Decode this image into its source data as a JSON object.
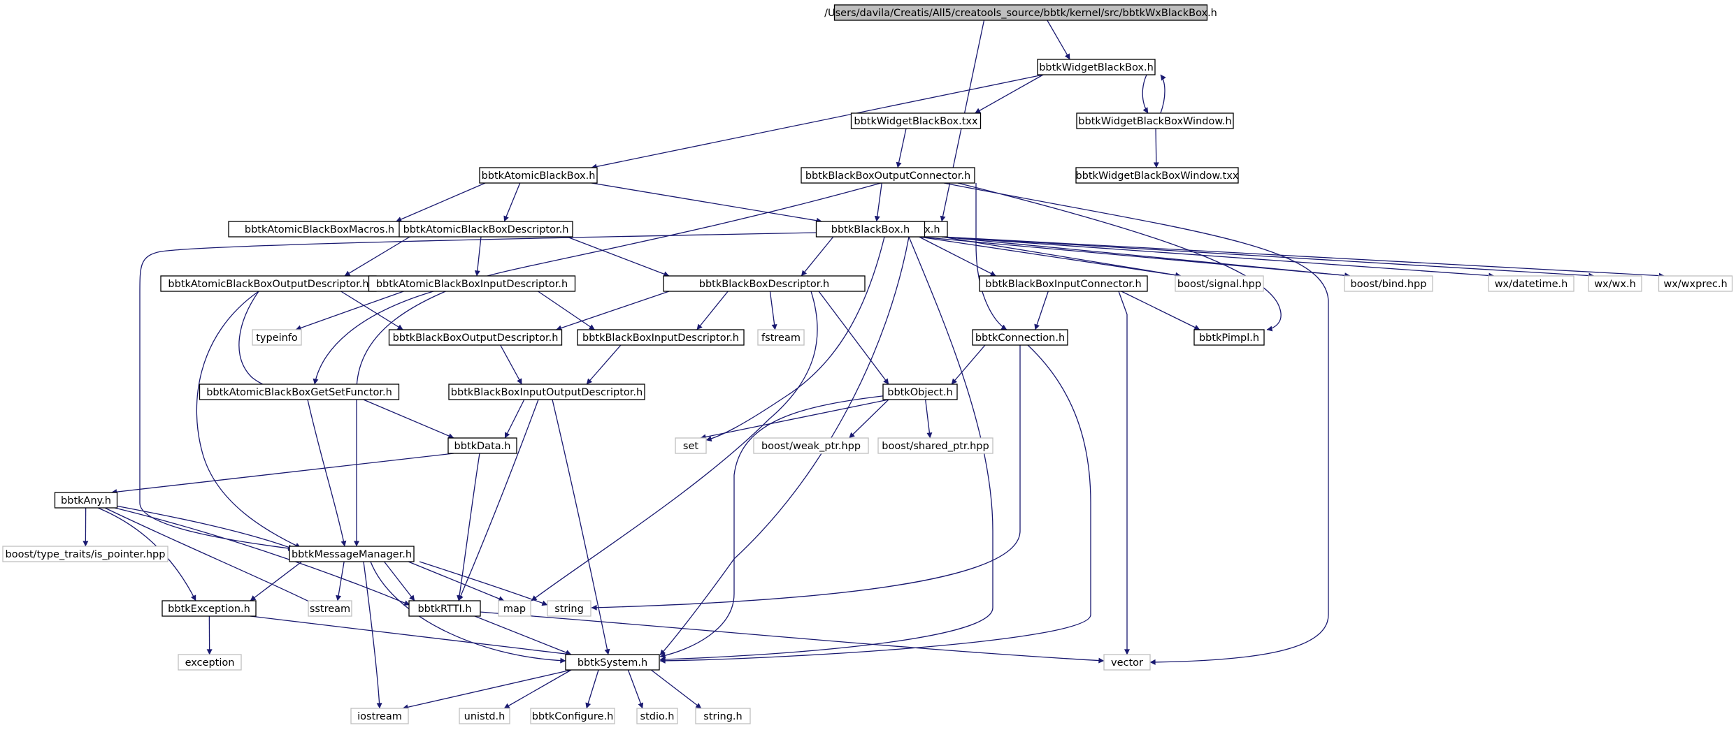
{
  "graph": {
    "edge_color": "#191970",
    "root_fill": "#bfbfbf",
    "external_border": "#bfbfbf",
    "nodes": [
      {
        "id": "root",
        "label": "/Users/davila/Creatis/All5/creatools_source/bbtk/kernel/src/bbtkWxBlackBox.h",
        "kind": "root"
      },
      {
        "id": "widgetbb",
        "label": "bbtkWidgetBlackBox.h",
        "kind": "doc"
      },
      {
        "id": "wx",
        "label": "bbtkWx.h",
        "kind": "doc"
      },
      {
        "id": "widgetbbtxx",
        "label": "bbtkWidgetBlackBox.txx",
        "kind": "doc"
      },
      {
        "id": "widgetbbwin",
        "label": "bbtkWidgetBlackBoxWindow.h",
        "kind": "doc"
      },
      {
        "id": "atomicbb",
        "label": "bbtkAtomicBlackBox.h",
        "kind": "doc"
      },
      {
        "id": "bboutconn",
        "label": "bbtkBlackBoxOutputConnector.h",
        "kind": "doc"
      },
      {
        "id": "widgetbbwintxx",
        "label": "bbtkWidgetBlackBoxWindow.txx",
        "kind": "doc"
      },
      {
        "id": "atomicmacros",
        "label": "bbtkAtomicBlackBoxMacros.h",
        "kind": "doc"
      },
      {
        "id": "atomicdesc",
        "label": "bbtkAtomicBlackBoxDescriptor.h",
        "kind": "doc"
      },
      {
        "id": "blackbox",
        "label": "bbtkBlackBox.h",
        "kind": "doc"
      },
      {
        "id": "atomicoutdesc",
        "label": "bbtkAtomicBlackBoxOutputDescriptor.h",
        "kind": "doc"
      },
      {
        "id": "atomicindesc",
        "label": "bbtkAtomicBlackBoxInputDescriptor.h",
        "kind": "doc"
      },
      {
        "id": "bbdesc",
        "label": "bbtkBlackBoxDescriptor.h",
        "kind": "doc"
      },
      {
        "id": "bbinconn",
        "label": "bbtkBlackBoxInputConnector.h",
        "kind": "doc"
      },
      {
        "id": "signal",
        "label": "boost/signal.hpp",
        "kind": "ext"
      },
      {
        "id": "bind",
        "label": "boost/bind.hpp",
        "kind": "ext"
      },
      {
        "id": "datetime",
        "label": "wx/datetime.h",
        "kind": "ext"
      },
      {
        "id": "wxh",
        "label": "wx/wx.h",
        "kind": "ext"
      },
      {
        "id": "wxprec",
        "label": "wx/wxprec.h",
        "kind": "ext"
      },
      {
        "id": "typeinfo",
        "label": "typeinfo",
        "kind": "ext"
      },
      {
        "id": "bboutdesc",
        "label": "bbtkBlackBoxOutputDescriptor.h",
        "kind": "doc"
      },
      {
        "id": "bbindesc",
        "label": "bbtkBlackBoxInputDescriptor.h",
        "kind": "doc"
      },
      {
        "id": "fstream",
        "label": "fstream",
        "kind": "ext"
      },
      {
        "id": "connection",
        "label": "bbtkConnection.h",
        "kind": "doc"
      },
      {
        "id": "pimpl",
        "label": "bbtkPimpl.h",
        "kind": "doc"
      },
      {
        "id": "getset",
        "label": "bbtkAtomicBlackBoxGetSetFunctor.h",
        "kind": "doc"
      },
      {
        "id": "bbiodesc",
        "label": "bbtkBlackBoxInputOutputDescriptor.h",
        "kind": "doc"
      },
      {
        "id": "object",
        "label": "bbtkObject.h",
        "kind": "doc"
      },
      {
        "id": "data",
        "label": "bbtkData.h",
        "kind": "doc"
      },
      {
        "id": "set",
        "label": "set",
        "kind": "ext"
      },
      {
        "id": "weakptr",
        "label": "boost/weak_ptr.hpp",
        "kind": "ext"
      },
      {
        "id": "sharedptr",
        "label": "boost/shared_ptr.hpp",
        "kind": "ext"
      },
      {
        "id": "any",
        "label": "bbtkAny.h",
        "kind": "doc"
      },
      {
        "id": "typetraits",
        "label": "boost/type_traits/is_pointer.hpp",
        "kind": "ext"
      },
      {
        "id": "msgmgr",
        "label": "bbtkMessageManager.h",
        "kind": "doc"
      },
      {
        "id": "exception_h",
        "label": "bbtkException.h",
        "kind": "doc"
      },
      {
        "id": "sstream",
        "label": "sstream",
        "kind": "ext"
      },
      {
        "id": "rtti",
        "label": "bbtkRTTI.h",
        "kind": "doc"
      },
      {
        "id": "map",
        "label": "map",
        "kind": "ext"
      },
      {
        "id": "string",
        "label": "string",
        "kind": "ext"
      },
      {
        "id": "exception",
        "label": "exception",
        "kind": "ext"
      },
      {
        "id": "system",
        "label": "bbtkSystem.h",
        "kind": "doc"
      },
      {
        "id": "vector",
        "label": "vector",
        "kind": "ext"
      },
      {
        "id": "iostream",
        "label": "iostream",
        "kind": "ext"
      },
      {
        "id": "unistd",
        "label": "unistd.h",
        "kind": "ext"
      },
      {
        "id": "configure",
        "label": "bbtkConfigure.h",
        "kind": "ext"
      },
      {
        "id": "stdio",
        "label": "stdio.h",
        "kind": "ext"
      },
      {
        "id": "stringh",
        "label": "string.h",
        "kind": "ext"
      }
    ],
    "edges": [
      [
        "root",
        "widgetbb"
      ],
      [
        "root",
        "wx"
      ],
      [
        "widgetbb",
        "atomicbb"
      ],
      [
        "widgetbb",
        "widgetbbtxx"
      ],
      [
        "widgetbb",
        "widgetbbwin"
      ],
      [
        "widgetbbwin",
        "widgetbb"
      ],
      [
        "widgetbbwin",
        "widgetbbwintxx"
      ],
      [
        "widgetbbtxx",
        "bboutconn"
      ],
      [
        "atomicbb",
        "atomicmacros"
      ],
      [
        "atomicbb",
        "atomicdesc"
      ],
      [
        "atomicbb",
        "blackbox"
      ],
      [
        "bboutconn",
        "blackbox"
      ],
      [
        "bboutconn",
        "connection"
      ],
      [
        "bboutconn",
        "pimpl"
      ],
      [
        "bboutconn",
        "vector"
      ],
      [
        "bboutconn",
        "msgmgr"
      ],
      [
        "atomicdesc",
        "atomicoutdesc"
      ],
      [
        "atomicdesc",
        "atomicindesc"
      ],
      [
        "atomicdesc",
        "bbdesc"
      ],
      [
        "blackbox",
        "bbdesc"
      ],
      [
        "blackbox",
        "bbinconn"
      ],
      [
        "blackbox",
        "signal"
      ],
      [
        "blackbox",
        "bind"
      ],
      [
        "blackbox",
        "set"
      ],
      [
        "blackbox",
        "system"
      ],
      [
        "blackbox",
        "msgmgr"
      ],
      [
        "wx",
        "signal"
      ],
      [
        "wx",
        "bind"
      ],
      [
        "wx",
        "datetime"
      ],
      [
        "wx",
        "wxh"
      ],
      [
        "wx",
        "wxprec"
      ],
      [
        "wx",
        "system"
      ],
      [
        "atomicoutdesc",
        "bboutdesc"
      ],
      [
        "atomicoutdesc",
        "getset"
      ],
      [
        "atomicoutdesc",
        "msgmgr"
      ],
      [
        "atomicindesc",
        "bbindesc"
      ],
      [
        "atomicindesc",
        "typeinfo"
      ],
      [
        "atomicindesc",
        "getset"
      ],
      [
        "bbdesc",
        "bboutdesc"
      ],
      [
        "bbdesc",
        "bbindesc"
      ],
      [
        "bbdesc",
        "fstream"
      ],
      [
        "bbdesc",
        "object"
      ],
      [
        "bbdesc",
        "map"
      ],
      [
        "bbinconn",
        "connection"
      ],
      [
        "bbinconn",
        "pimpl"
      ],
      [
        "bbinconn",
        "vector"
      ],
      [
        "bboutdesc",
        "bbiodesc"
      ],
      [
        "bbindesc",
        "bbiodesc"
      ],
      [
        "connection",
        "object"
      ],
      [
        "connection",
        "string"
      ],
      [
        "connection",
        "system"
      ],
      [
        "getset",
        "data"
      ],
      [
        "getset",
        "msgmgr"
      ],
      [
        "bbiodesc",
        "data"
      ],
      [
        "bbiodesc",
        "rtti"
      ],
      [
        "bbiodesc",
        "system"
      ],
      [
        "object",
        "set"
      ],
      [
        "object",
        "weakptr"
      ],
      [
        "object",
        "sharedptr"
      ],
      [
        "object",
        "system"
      ],
      [
        "data",
        "any"
      ],
      [
        "data",
        "rtti"
      ],
      [
        "any",
        "typetraits"
      ],
      [
        "any",
        "msgmgr"
      ],
      [
        "any",
        "exception_h"
      ],
      [
        "any",
        "sstream"
      ],
      [
        "any",
        "rtti"
      ],
      [
        "msgmgr",
        "exception_h"
      ],
      [
        "msgmgr",
        "sstream"
      ],
      [
        "msgmgr",
        "rtti"
      ],
      [
        "msgmgr",
        "map"
      ],
      [
        "msgmgr",
        "string"
      ],
      [
        "msgmgr",
        "iostream"
      ],
      [
        "msgmgr",
        "system"
      ],
      [
        "exception_h",
        "exception"
      ],
      [
        "exception_h",
        "system"
      ],
      [
        "rtti",
        "system"
      ],
      [
        "rtti",
        "vector"
      ],
      [
        "system",
        "iostream"
      ],
      [
        "system",
        "unistd"
      ],
      [
        "system",
        "configure"
      ],
      [
        "system",
        "stdio"
      ],
      [
        "system",
        "stringh"
      ]
    ]
  }
}
